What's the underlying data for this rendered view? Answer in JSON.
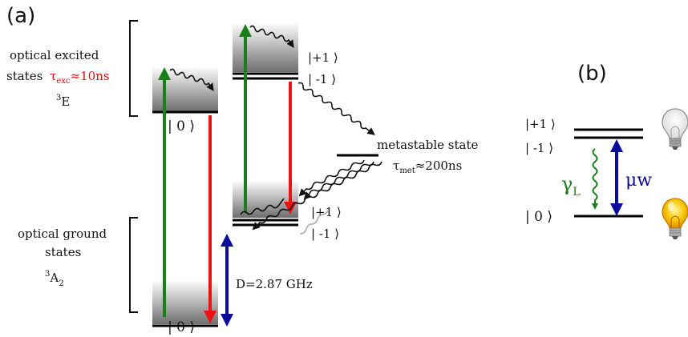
{
  "panels": {
    "a": "(a)",
    "b": "(b)"
  },
  "excited": {
    "line1": "optical excited",
    "line2_prefix": "states",
    "tau_symbol": "τ",
    "tau_sub": "exc",
    "tau_value": "≈10ns",
    "term_sup": "3",
    "term": "E"
  },
  "ground": {
    "line1": "optical ground",
    "line2": "states",
    "term_sup": "3",
    "term": "A",
    "term_sub": "2"
  },
  "metastable": {
    "label": "metastable state",
    "tau_symbol": "τ",
    "tau_sub": "met",
    "tau_value": "≈200ns"
  },
  "kets": {
    "zero": "| 0 ⟩",
    "plus1": "|+1 ⟩",
    "minus1": "| -1 ⟩"
  },
  "splitting": "D=2.87 GHz",
  "panel_b": {
    "gamma": "γ",
    "gamma_sub": "L",
    "mw": "μw"
  },
  "colors": {
    "pump": "#1a7f1a",
    "fluorescence": "#ee1111",
    "microwave": "#0a0a9c",
    "tau_exc": "#dd1111",
    "tau_met": "#8b1010",
    "splitting": "#151585",
    "gamma": "#1a7f1a"
  },
  "icons": [
    "light-bulb-off-icon",
    "light-bulb-on-icon"
  ]
}
